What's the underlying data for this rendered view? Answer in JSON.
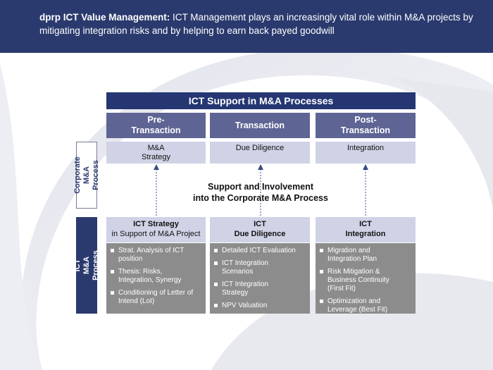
{
  "header": {
    "title_bold": "dprp ICT Value Management:",
    "title_rest": " ICT Management plays an increasingly vital role within M&A projects by mitigating integration risks and by helping to earn back payed goodwill"
  },
  "diagram": {
    "banner": "ICT Support in M&A Processes",
    "phases": [
      "Pre-\nTransaction",
      "Transaction",
      "Post-\nTransaction"
    ],
    "corporate_steps": [
      "M&A\nStrategy",
      "Due Diligence",
      "Integration"
    ],
    "side_labels": {
      "corporate": "Corporate\nM&A Process",
      "ict": "ICT\nM&A Process"
    },
    "support_text": "Support and Involvement\ninto the Corporate M&A Process",
    "ict_columns": [
      {
        "title": "ICT Strategy",
        "subtitle": "in Support of M&A Project",
        "items": [
          "Strat. Analysis of ICT\nposition",
          "Thesis: Risks,\nIntegration, Synergy",
          "Conditioning of Letter of\nIntend (LoI)"
        ]
      },
      {
        "title": "ICT",
        "subtitle": "Due Diligence",
        "items": [
          "Detailed ICT Evaluation",
          "ICT Integration\nScenarios",
          "ICT Integration\nStrategy",
          "NPV Valuation"
        ]
      },
      {
        "title": "ICT",
        "subtitle": "Integration",
        "items": [
          "Migration and\nIntegration Plan",
          "Risk Mitigation &\nBusiness Continuity\n(First Fit)",
          "Optimization and\nLeverage (Best Fit)"
        ]
      }
    ]
  },
  "colors": {
    "header_bg": "#2b3a6e",
    "phase_bg": "#5e6494",
    "light_box": "#d0d3e6",
    "ict_body_bg": "#8c8c8c"
  }
}
